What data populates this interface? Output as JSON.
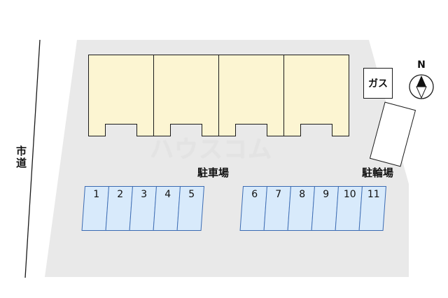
{
  "labels": {
    "road": "市道",
    "parking_lot": "駐車場",
    "bicycle_parking": "駐輪場",
    "gas": "ガス",
    "compass_north": "N",
    "watermark": "ハウスコム"
  },
  "parking": {
    "group1": [
      "1",
      "2",
      "3",
      "4",
      "5"
    ],
    "group2": [
      "6",
      "7",
      "8",
      "9",
      "10",
      "11"
    ]
  },
  "buildings": {
    "unit_count": 4
  },
  "colors": {
    "site_fill": "#e9e9e9",
    "building_fill": "#fcf5d2",
    "space_fill": "#d8eafb",
    "space_border": "#3a6ab2",
    "line": "#1a1a1a"
  }
}
